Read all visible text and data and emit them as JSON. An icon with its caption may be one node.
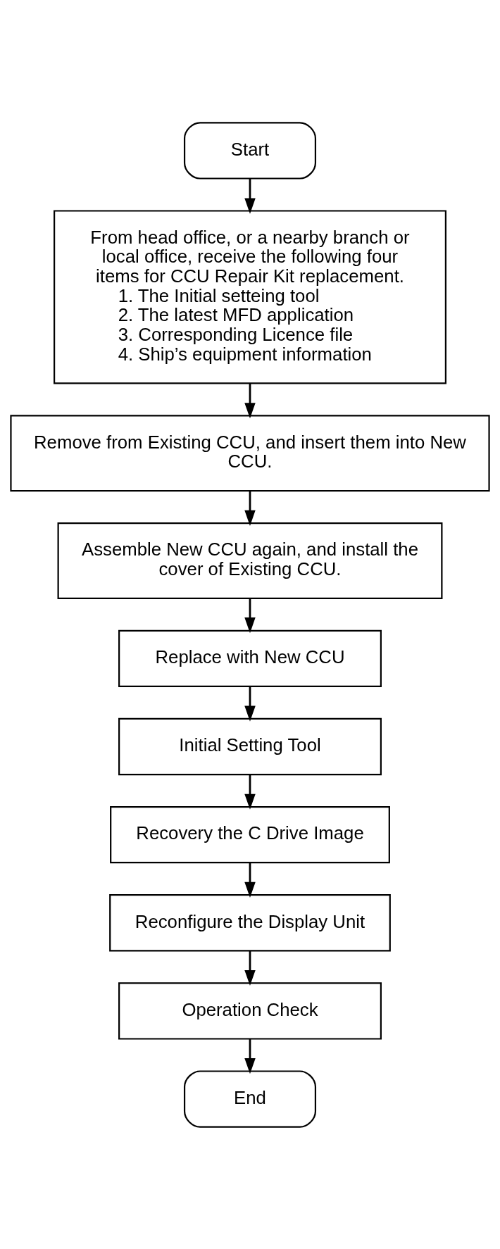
{
  "diagram": {
    "nodes": [
      {
        "text": [
          "Start"
        ]
      },
      {
        "text": [
          "From head office, or a nearby branch or local office, receive the following four items for CCU Repair Kit replacement.",
          "1. The Initial setteing tool",
          "2. The latest MFD application",
          "3. Corresponding Licence file",
          "4. Ship’s equipment information"
        ]
      },
      {
        "text": [
          "Remove from Existing CCU, and insert them into New CCU."
        ]
      },
      {
        "text": [
          "Assemble New CCU again, and install the cover of Existing CCU."
        ]
      },
      {
        "text": [
          "Replace with New CCU"
        ]
      },
      {
        "text": [
          "Initial Setting Tool"
        ]
      },
      {
        "text": [
          "Recovery the C Drive Image"
        ]
      },
      {
        "text": [
          "Reconfigure the Display Unit"
        ]
      },
      {
        "text": [
          "Operation Check"
        ]
      },
      {
        "text": [
          "End"
        ]
      }
    ],
    "edges": [
      {
        "from": 0,
        "to": 1,
        "arrow": "to"
      },
      {
        "from": 1,
        "to": 2,
        "arrow": "to"
      },
      {
        "from": 2,
        "to": 3,
        "arrow": "to"
      },
      {
        "from": 3,
        "to": 4,
        "arrow": "to"
      },
      {
        "from": 4,
        "to": 5,
        "arrow": "to"
      },
      {
        "from": 5,
        "to": 6,
        "arrow": "to"
      },
      {
        "from": 6,
        "to": 7,
        "arrow": "to"
      },
      {
        "from": 7,
        "to": 8,
        "arrow": "to"
      },
      {
        "from": 8,
        "to": 9,
        "arrow": "to"
      }
    ]
  }
}
